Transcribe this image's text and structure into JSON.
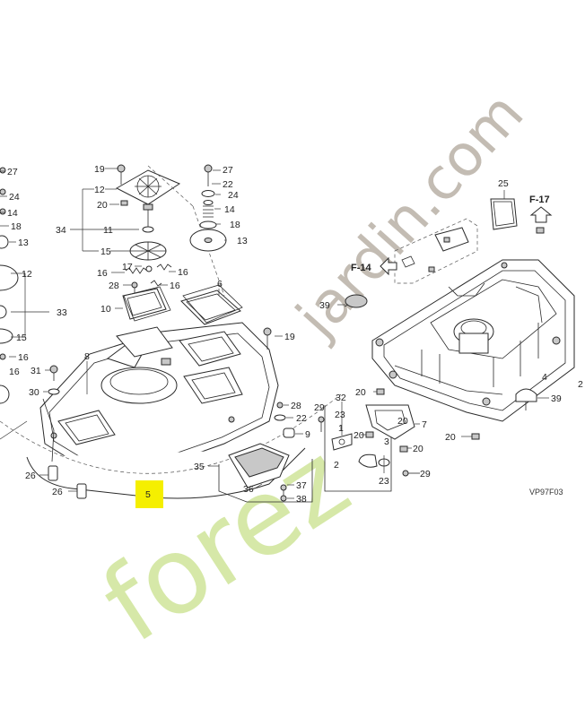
{
  "diagram": {
    "callouts": {
      "c27a": "27",
      "c24a": "24",
      "c14a": "14",
      "c18a": "18",
      "c13a": "13",
      "c12a": "12",
      "c33": "33",
      "c15a": "15",
      "c16a": "16",
      "c16b": "16",
      "c19a": "19",
      "c12b": "12",
      "c20a": "20",
      "c34": "34",
      "c11": "11",
      "c15b": "15",
      "c17": "17",
      "c16c": "16",
      "c16d": "16",
      "c28a": "28",
      "c10": "10",
      "c27b": "27",
      "c22a": "22",
      "c24b": "24",
      "c14b": "14",
      "c18b": "18",
      "c13b": "13",
      "c6": "6",
      "c19b": "19",
      "c8": "8",
      "c31": "31",
      "c30": "30",
      "c26a": "26",
      "c26b": "26",
      "c5": "5",
      "c35": "35",
      "c36": "36",
      "c28b": "28",
      "c22b": "22",
      "c9": "9",
      "c37": "37",
      "c38": "38",
      "c32": "32",
      "c29a": "29",
      "c23a": "23",
      "c1": "1",
      "c2": "2",
      "c3": "3",
      "c23b": "23",
      "c20b": "20",
      "c20c": "20",
      "c20d": "20",
      "c29b": "29",
      "c7": "7",
      "c25": "25",
      "c39a": "39",
      "c39b": "39",
      "c20e": "20",
      "c20f": "20",
      "c4": "4",
      "c2edge": "2"
    },
    "ref_f14": "F-14",
    "ref_f17": "F-17",
    "figure_code": "VP97F03",
    "highlight_color": "#f5ef00"
  },
  "watermark": {
    "domain_text": "jardin.com",
    "brand_text": "forez",
    "colors": {
      "grey": "#b9b1a6",
      "green": "#cfe59a",
      "orange": "#f6b46a"
    }
  }
}
